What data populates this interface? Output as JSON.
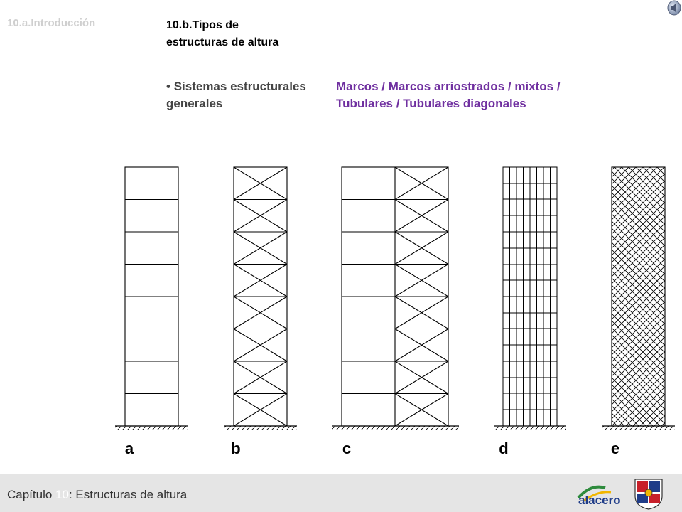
{
  "nav": {
    "previous": "10.a.Introducción",
    "current_line1": "10.b.Tipos de",
    "current_line2": "estructuras de altura"
  },
  "content": {
    "bullet_line1": "Sistemas estructurales",
    "bullet_line2": "generales",
    "systems_line1": "Marcos / Marcos arriostrados / mixtos /",
    "systems_line2": "Tubulares / Tubulares diagonales"
  },
  "figure_labels": [
    "a",
    "b",
    "c",
    "d",
    "e"
  ],
  "footer": {
    "chapter_prefix": "Capítulo ",
    "chapter_number": "10",
    "chapter_suffix": ": Estructuras de altura",
    "logo_text": "alacero"
  },
  "colors": {
    "systems_text": "#7030a0",
    "footer_bg": "#e5e5e5",
    "nav_inactive": "#cfcfcf"
  },
  "icons": {
    "speaker": "speaker-icon"
  }
}
